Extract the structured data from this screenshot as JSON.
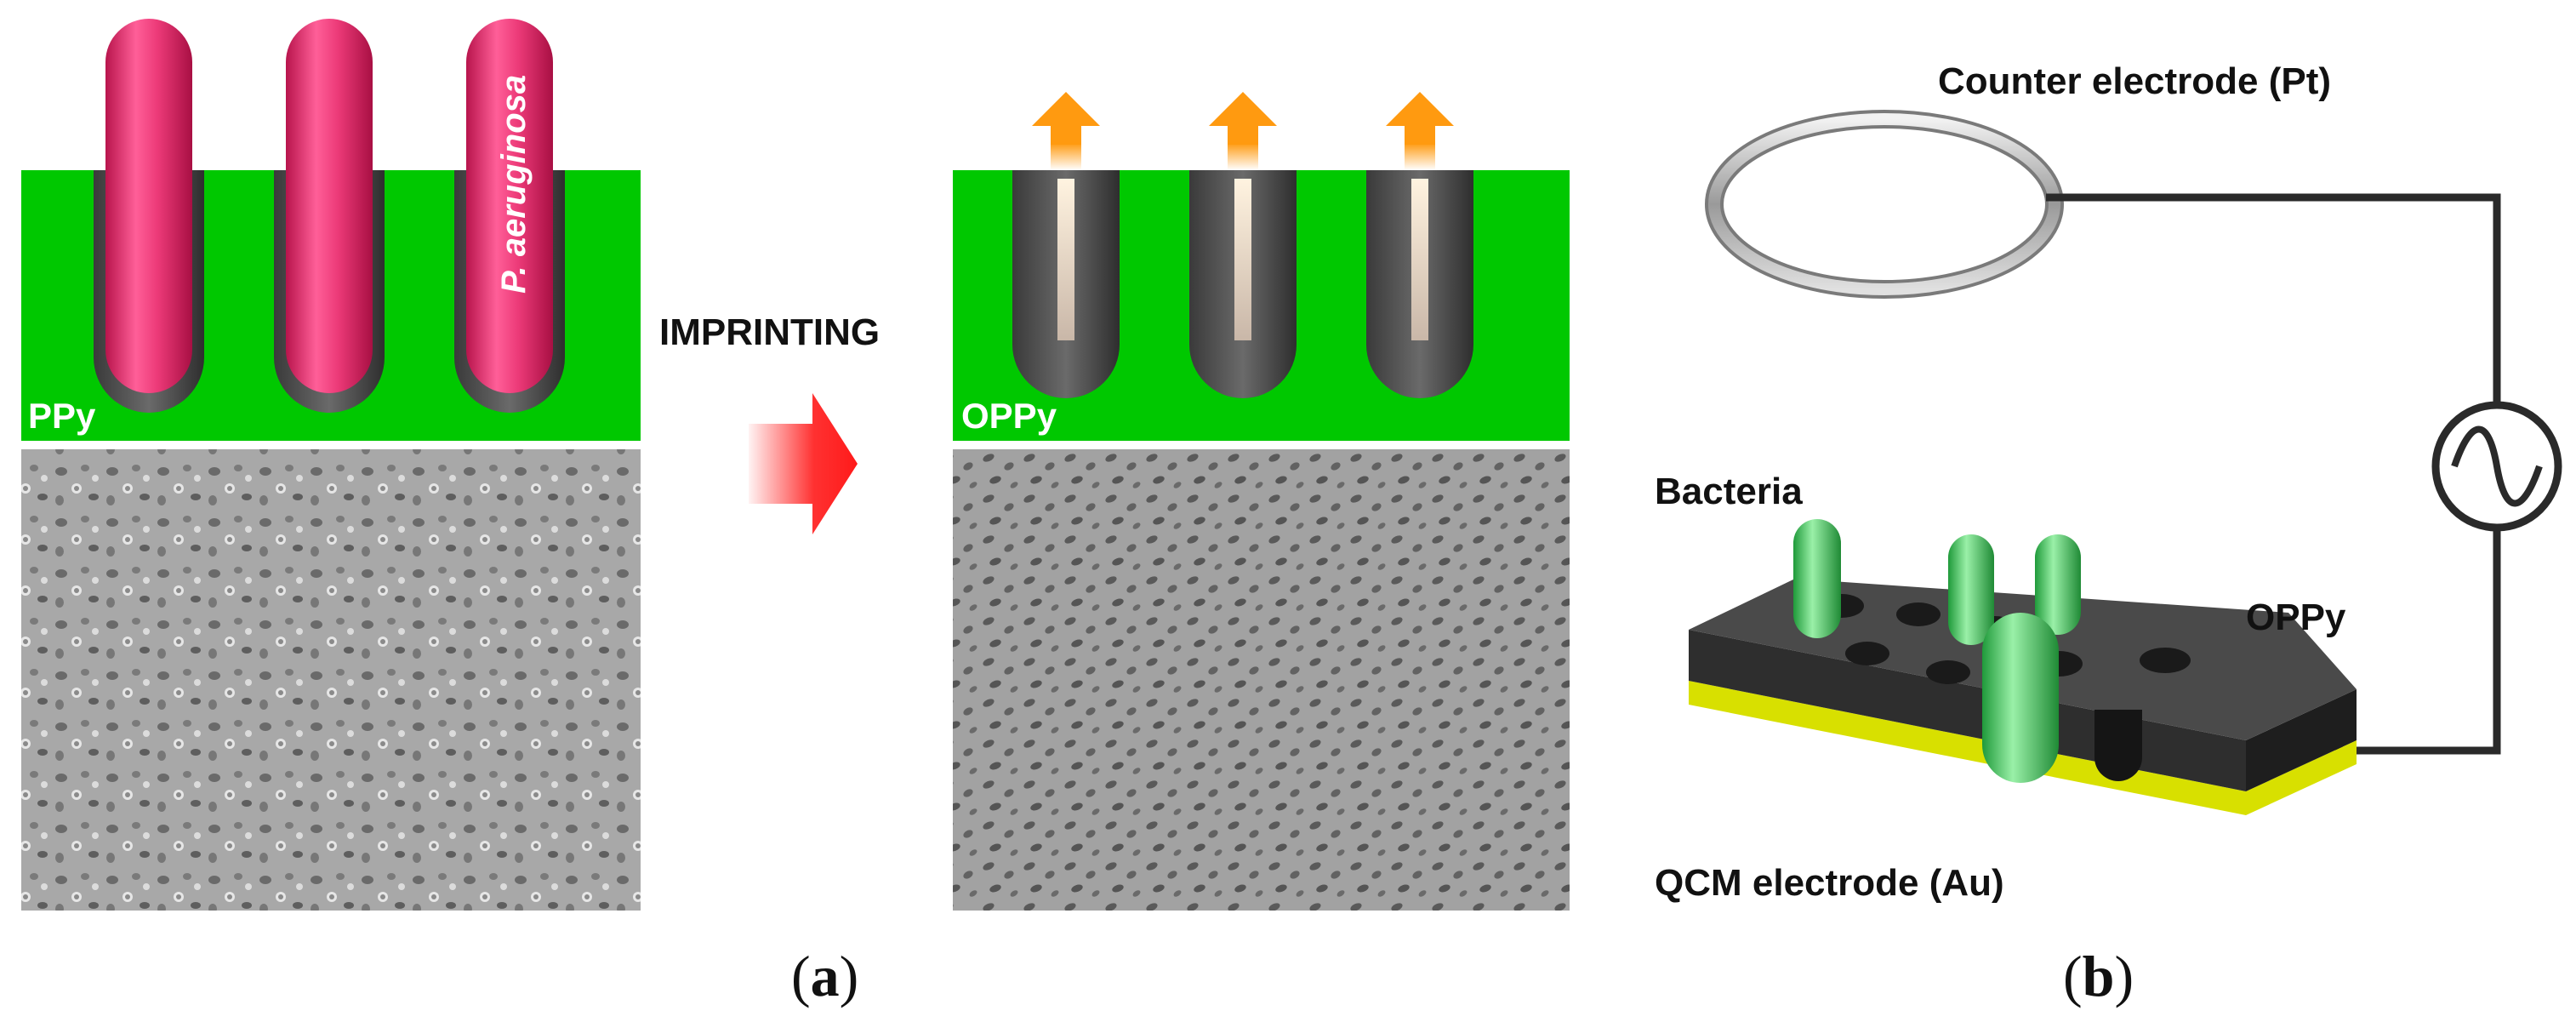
{
  "panel_a": {
    "ppy_label": "PPy",
    "bacterium_label": "P. aeruginosa",
    "process_label": "IMPRINTING",
    "oppy_label": "OPPy",
    "caption_open": "(",
    "caption_letter": "a",
    "caption_close": ")"
  },
  "panel_b": {
    "counter_electrode_label": "Counter electrode (Pt)",
    "bacteria_label": "Bacteria",
    "oppy_label": "OPPy",
    "qcm_label": "QCM electrode (Au)",
    "caption_open": "(",
    "caption_letter": "b",
    "caption_close": ")"
  },
  "colors": {
    "polymer_green": "#00c800",
    "bacterium_pink": "#e8306f",
    "cavity_gray": "#5a5a5a",
    "arrow_orange": "#ff9a10",
    "arrow_red": "#ff1a1a",
    "gold_layer": "#d8e000",
    "film_dark": "#333333",
    "bacteria_green": "#3ec85a"
  }
}
